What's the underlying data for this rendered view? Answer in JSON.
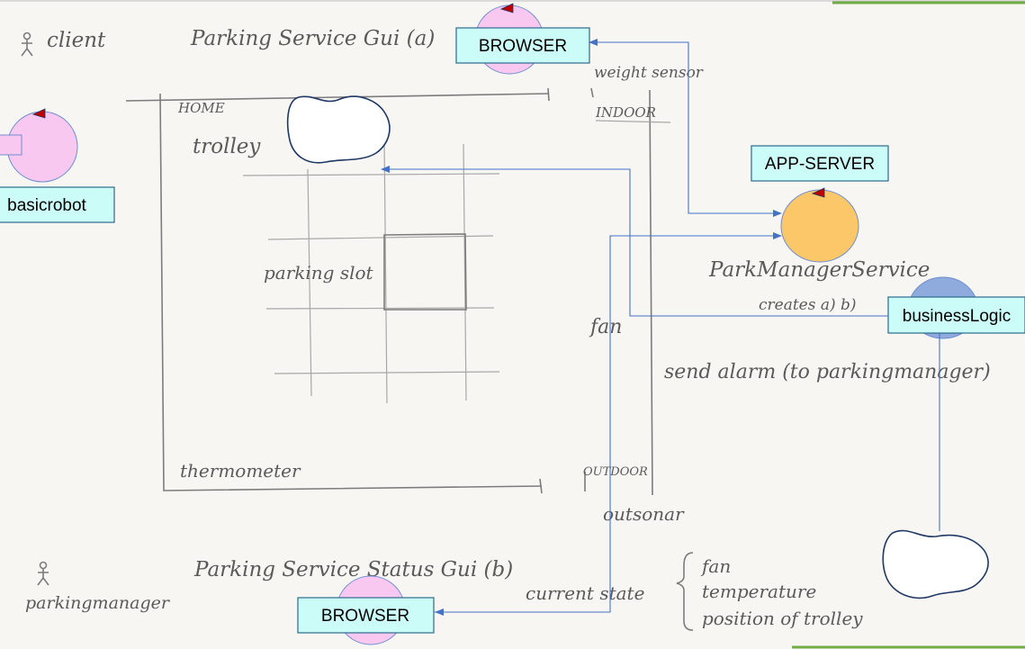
{
  "sketch_text": {
    "client": "client",
    "parking_service_gui": "Parking Service Gui (a)",
    "weight_sensor": "weight sensor",
    "home": "HOME",
    "indoor": "INDOOR",
    "trolley": "trolley",
    "parking_slot": "parking slot",
    "park_manager_service": "ParkManagerService",
    "creates": "creates a) b)",
    "fan_label": "fan",
    "send_alarm": "send alarm (to parkingmanager)",
    "thermometer": "thermometer",
    "outdoor": "OUTDOOR",
    "outsonar": "outsonar",
    "parking_manager": "parkingmanager",
    "status_gui": "Parking Service Status Gui (b)",
    "current_state": "current state",
    "state_fan": "fan",
    "state_temperature": "temperature",
    "state_position": "position of trolley"
  },
  "components": {
    "browser_top": "BROWSER",
    "app_server": "APP-SERVER",
    "basicrobot": "basicrobot",
    "business_logic": "businessLogic",
    "browser_bottom": "BROWSER"
  },
  "colors": {
    "actor_pink": "#f9c8f1",
    "server_orange": "#fbc769",
    "logic_blue": "#8faadc",
    "box_fill": "#ccfcf8",
    "arrow_blue": "#4472c4",
    "marker_red": "#c00000",
    "accent_green": "#70ad47"
  }
}
